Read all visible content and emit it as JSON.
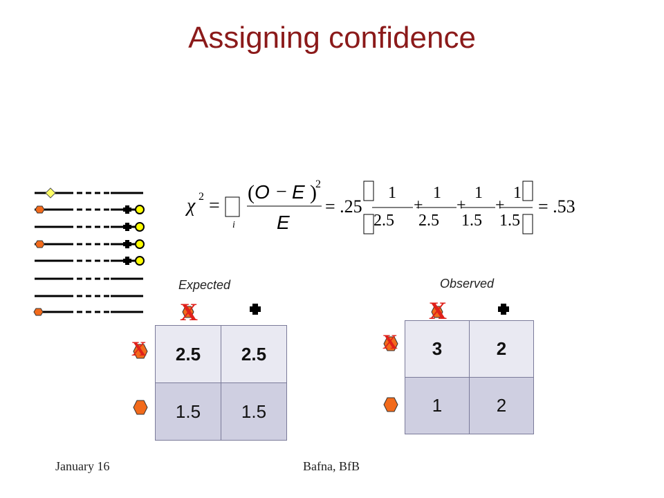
{
  "slide": {
    "title": "Assigning confidence",
    "expected_label": "Expected",
    "observed_label": "Observed",
    "footer_left": "January 16",
    "footer_center": "Bafna, BfB"
  },
  "formula": {
    "chi": "χ",
    "exp2": "2",
    "eq": "=",
    "sub_i": "i",
    "num_O": "O",
    "num_minus": "−",
    "num_E": "E",
    "den_E": "E",
    "eq_25": "= .25",
    "one": "1",
    "d1": "2.5",
    "d2": "2.5",
    "d3": "1.5",
    "d4": "1.5",
    "plus": "+",
    "result": "= .53"
  },
  "expected_table": {
    "rows": [
      [
        "2.5",
        "2.5"
      ],
      [
        "1.5",
        "1.5"
      ]
    ]
  },
  "observed_table": {
    "rows": [
      [
        "3",
        "2"
      ],
      [
        "1",
        "2"
      ]
    ]
  },
  "colors": {
    "title": "#8b1a1a",
    "hexagon": "#f26a1b",
    "circle": "#ffff00",
    "diamond": "#ffff66",
    "x_mark": "#e0201a"
  },
  "icons": {
    "x_marker": "X"
  }
}
